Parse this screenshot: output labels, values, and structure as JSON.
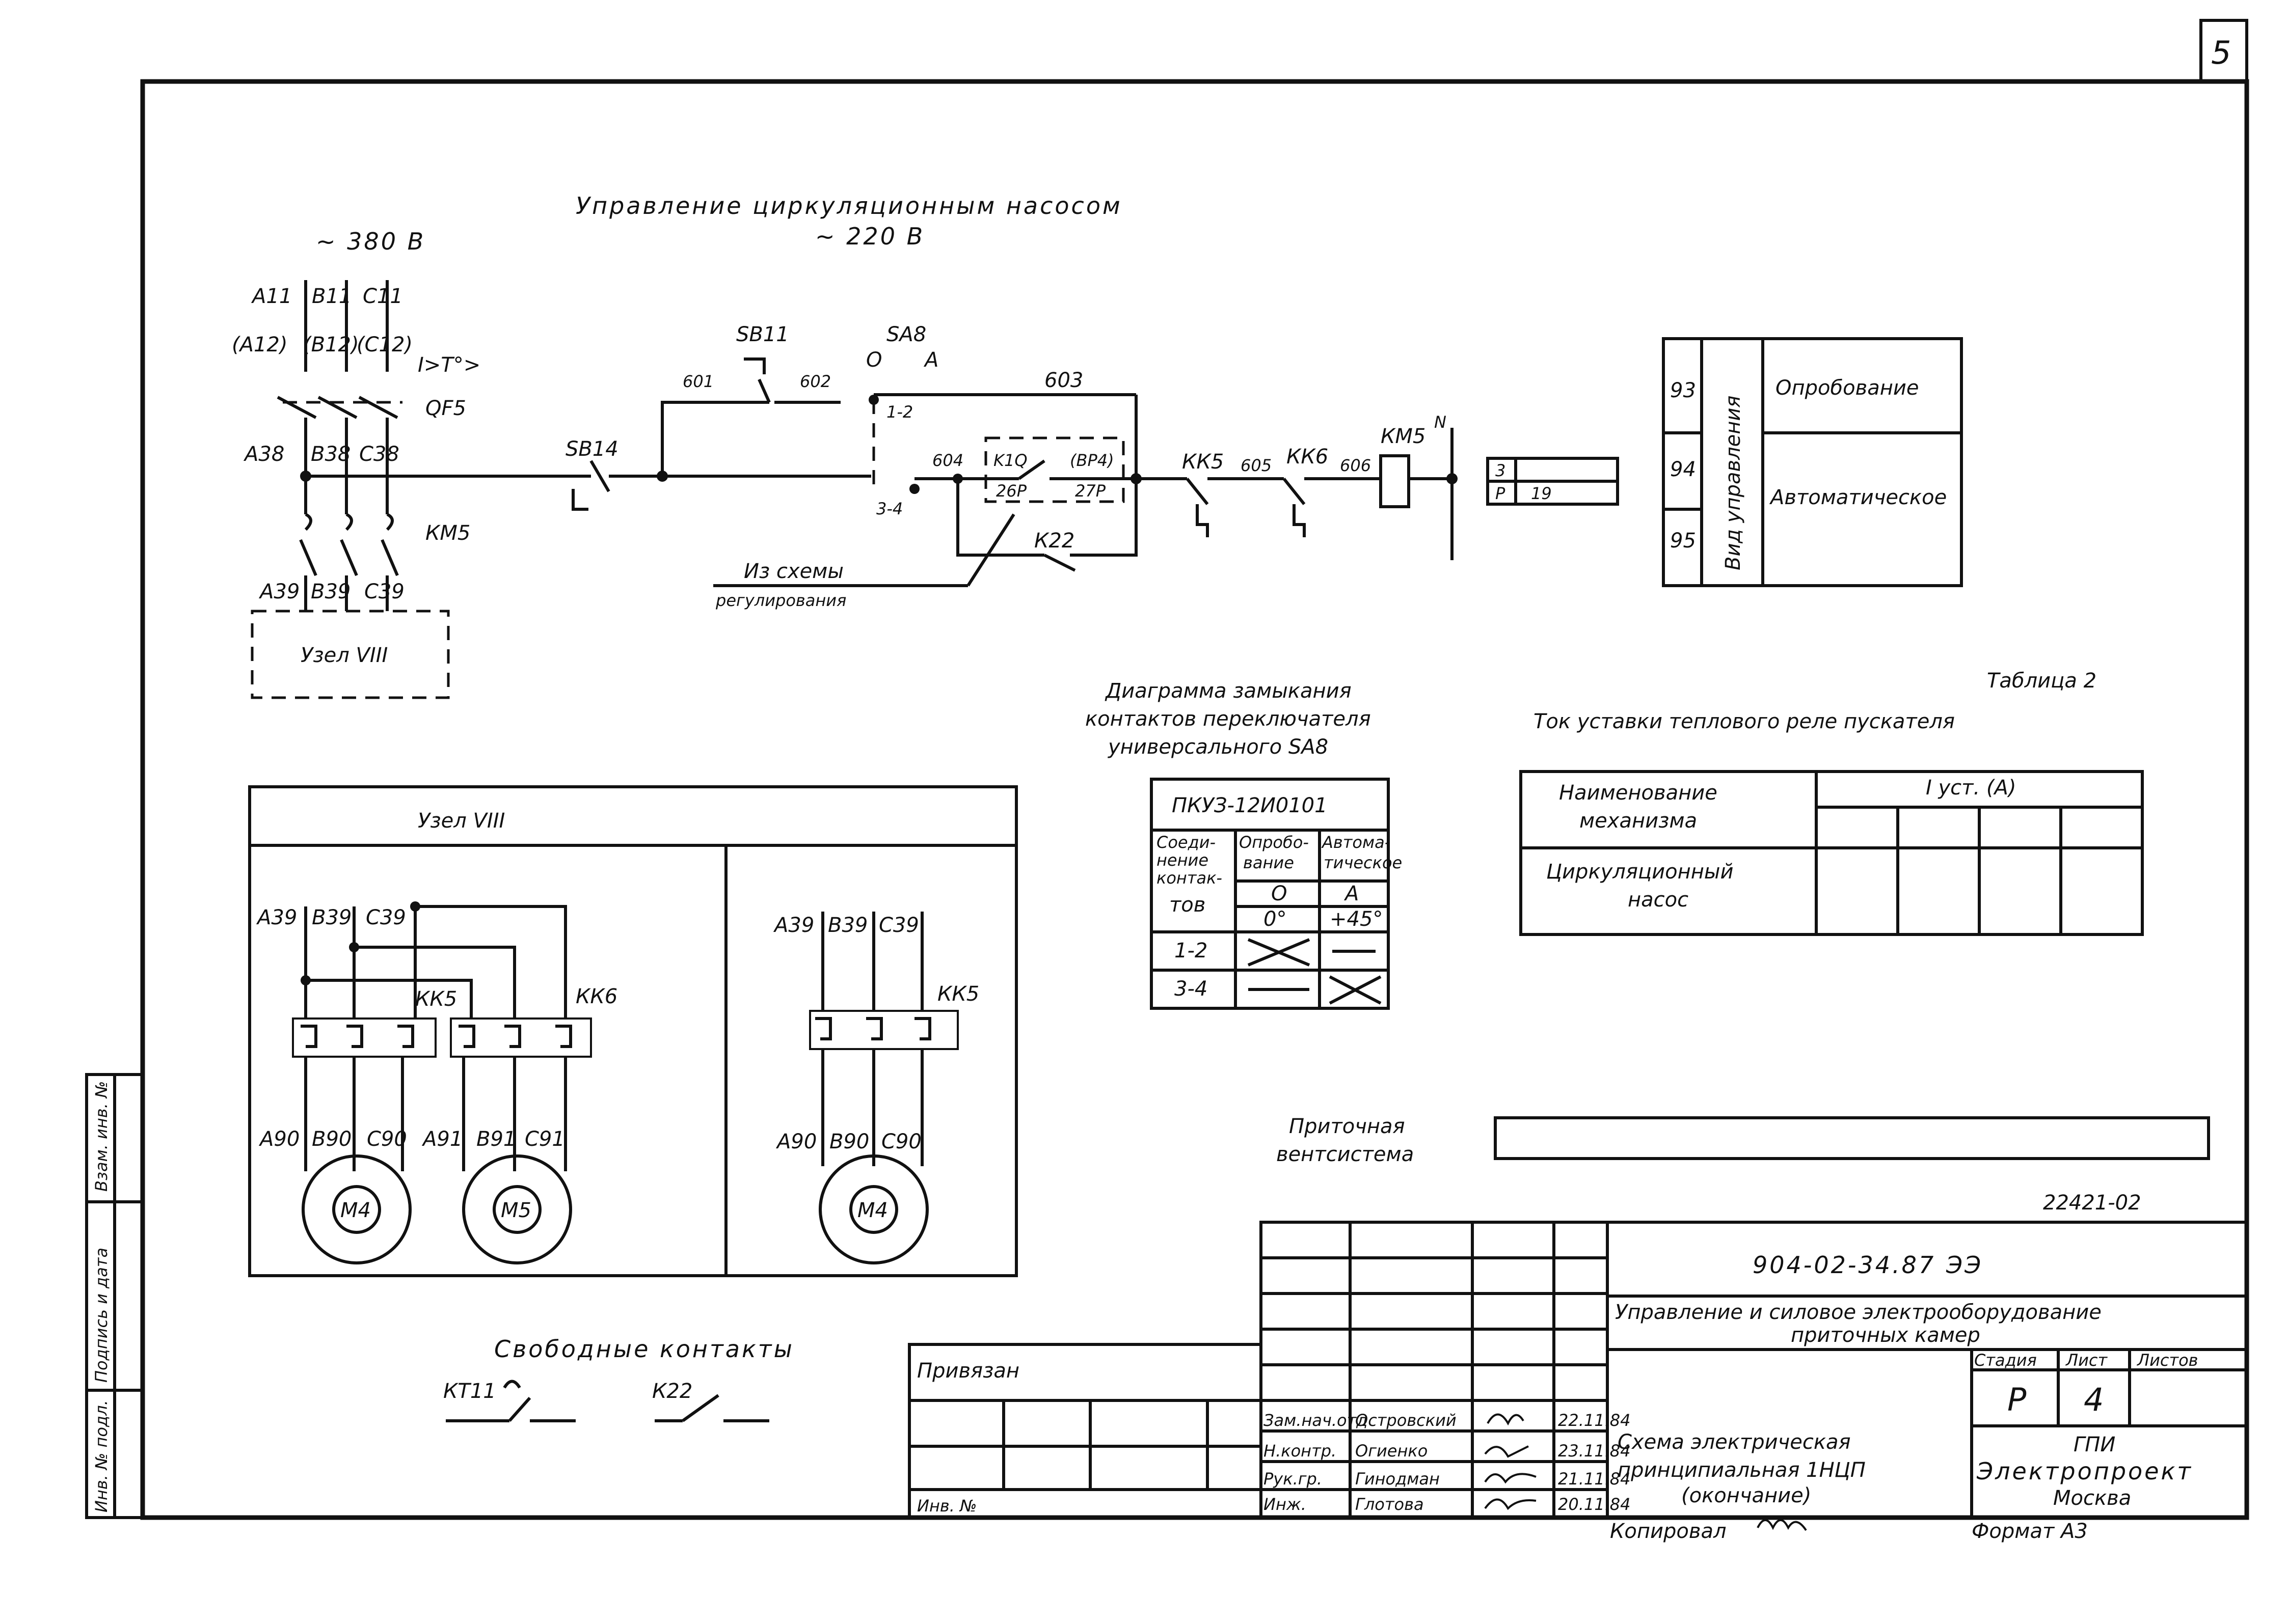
{
  "sheet_number": "5",
  "control_title": "Управление циркуляционным насосом",
  "control_voltage": "~ 220 В",
  "power_voltage": "~ 380 В",
  "power": {
    "phases": [
      "А11",
      "В11",
      "С11"
    ],
    "phases_alt": [
      "(А12)",
      "(В12)",
      "(С12)"
    ],
    "overcurrent": "I>T°>",
    "breaker": "QF5",
    "after_breaker": [
      "А38",
      "В38",
      "С38"
    ],
    "contactor": "КМ5",
    "to_node": [
      "А39",
      "В39",
      "С39"
    ],
    "node": "Узел VIII"
  },
  "control": {
    "stop_button": "SB14",
    "start_button": "SB11",
    "switch": "SA8",
    "switch_pos_o": "О",
    "switch_pos_a": "А",
    "contact_12": "1-2",
    "contact_34": "3-4",
    "wires": [
      "601",
      "602",
      "603",
      "604",
      "605",
      "606"
    ],
    "relay": "K1Q",
    "relay_terminal": "(ВР4)",
    "terminal_26": "26Р",
    "terminal_27": "27Р",
    "aux_contact": "К22",
    "thermal_1": "КК5",
    "thermal_2": "КК6",
    "coil": "КМ5",
    "neutral": "N",
    "source_note_1": "Из схемы",
    "source_note_2": "регулирования",
    "ref_rows": [
      {
        "a": "3",
        "b": ""
      },
      {
        "a": "Р",
        "b": "19"
      }
    ]
  },
  "mode_table": {
    "rows": [
      "93",
      "94",
      "95"
    ],
    "header": "Вид управления",
    "opt1": "Опробование",
    "opt2": "Автоматическое"
  },
  "diagram": {
    "title_1": "Диаграмма замыкания",
    "title_2": "контактов переключателя",
    "title_3": "универсального SA8",
    "model": "ПКУЗ-12И0101",
    "col_conn": [
      "Соеди-",
      "нение",
      "контак-",
      "тов"
    ],
    "col_test": [
      "Опробо-",
      "вание"
    ],
    "col_auto": [
      "Автома-",
      "тическое"
    ],
    "pos_o": "О",
    "pos_a": "А",
    "angle_o": "0°",
    "angle_a": "+45°",
    "row1": "1-2",
    "row2": "3-4"
  },
  "table2": {
    "label": "Таблица 2",
    "title": "Ток уставки теплового реле пускателя",
    "col_name": [
      "Наименование",
      "механизма"
    ],
    "col_current": "I уст. (А)",
    "row_name": [
      "Циркуляционный",
      "насос"
    ]
  },
  "node_box": {
    "title": "Узел VIII",
    "in_wires": [
      "А39",
      "В39",
      "С39"
    ],
    "kk5": "КК5",
    "kk6": "КК6",
    "m4_wires": [
      "А90",
      "В90",
      "С90"
    ],
    "m5_wires": [
      "А91",
      "В91",
      "С91"
    ],
    "m4": "М4",
    "m5": "М5"
  },
  "supply_label_1": "Приточная",
  "supply_label_2": "вентсистема",
  "free_contacts": {
    "title": "Свободные контакты",
    "c1": "КТ11",
    "c2": "К22"
  },
  "stamp": {
    "sheet_code": "22421-02",
    "doc_code": "904-02-34.87",
    "doc_suffix": "ЭЭ",
    "project_title_1": "Управление и силовое электрооборудование",
    "project_title_2": "приточных камер",
    "drawing_title_1": "Схема электрическая",
    "drawing_title_2": "принципиальная 1НЦП",
    "drawing_title_3": "(окончание)",
    "stage_label": "Стадия",
    "sheet_label": "Лист",
    "sheets_label": "Листов",
    "stage": "Р",
    "sheet": "4",
    "org_1": "ГПИ",
    "org_2": "Электропроект",
    "org_3": "Москва",
    "attached": "Привязан",
    "inv_no": "Инв. №",
    "signers": [
      {
        "role": "Зам.нач.отд",
        "name": "Островский",
        "date": "22.11.84"
      },
      {
        "role": "Н.контр.",
        "name": "Огиенко",
        "date": "23.11.84"
      },
      {
        "role": "Рук.гр.",
        "name": "Гинодман",
        "date": "21.11.84"
      },
      {
        "role": "Инж.",
        "name": "Глотова",
        "date": "20.11.84"
      }
    ],
    "copied": "Копировал",
    "format": "Формат А3"
  },
  "side_labels": [
    "Взам. инв. №",
    "Подпись и дата",
    "Инв. № подл."
  ]
}
